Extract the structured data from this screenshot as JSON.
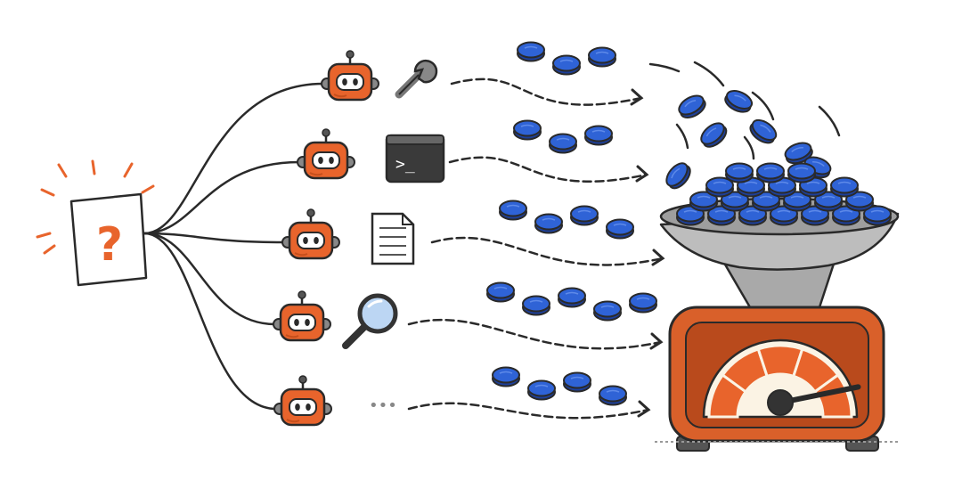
{
  "question": {
    "mark": "?"
  },
  "terminal": {
    "prompt": ">_"
  },
  "ellipsis": {
    "text": "•••"
  },
  "colors": {
    "robot": "#e8642c",
    "robot_dark": "#c64f1c",
    "token": "#2f63d6",
    "token_dark": "#1d3f9a",
    "scale_body": "#d9602a",
    "dial_face": "#fbf3e4",
    "dial_arc": "#e8642c",
    "funnel": "#b9b9b9",
    "ink": "#2a2a2a"
  },
  "lanes": [
    {
      "tool": "wrench-icon",
      "tokens": 3
    },
    {
      "tool": "terminal-icon",
      "tokens": 3
    },
    {
      "tool": "document-icon",
      "tokens": 4
    },
    {
      "tool": "magnifier-icon",
      "tokens": 5
    },
    {
      "tool": "ellipsis",
      "tokens": 4
    }
  ],
  "scale": {
    "needle_level": 0.9
  }
}
